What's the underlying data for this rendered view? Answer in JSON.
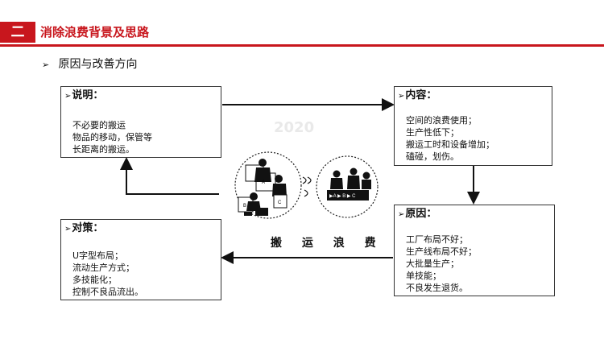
{
  "header": {
    "section_number": "二",
    "title": "消除浪费背景及思路"
  },
  "subheading": {
    "bullet": "➢",
    "text": "原因与改善方向"
  },
  "watermark": "2020",
  "caption": "搬 运 浪 费",
  "boxes": {
    "explain": {
      "title": "说明：",
      "lines": [
        "不必要的搬运",
        "物品的移动，保管等",
        "长距离的搬运。"
      ]
    },
    "content": {
      "title": "内容：",
      "lines": [
        "空间的浪费使用；",
        "生产性低下；",
        "搬运工时和设备增加；",
        "磕碰，划伤。"
      ]
    },
    "cause": {
      "title": "原因：",
      "lines": [
        "工厂布局不好；",
        "生产线布局不好；",
        "大批量生产；",
        "单技能；",
        "不良发生退货。"
      ]
    },
    "measure": {
      "title": "对策：",
      "lines": [
        "U字型布局；",
        "流动生产方式；",
        "多技能化；",
        "控制不良品流出。"
      ]
    }
  },
  "illustration": {
    "left_labels": [
      "A",
      "B",
      "C"
    ],
    "right_labels": [
      "A",
      "B",
      "C"
    ]
  },
  "colors": {
    "accent": "#c8161d"
  }
}
